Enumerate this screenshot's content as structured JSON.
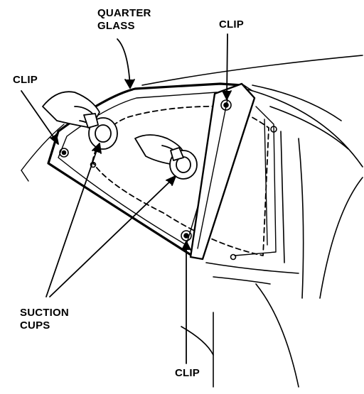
{
  "labels": {
    "quarter_glass_line1": "QUARTER",
    "quarter_glass_line2": "GLASS",
    "clip_top_right": "CLIP",
    "clip_left": "CLIP",
    "clip_bottom": "CLIP",
    "suction_line1": "SUCTION",
    "suction_line2": "CUPS"
  },
  "colors": {
    "ink": "#000000",
    "paper": "#ffffff"
  }
}
